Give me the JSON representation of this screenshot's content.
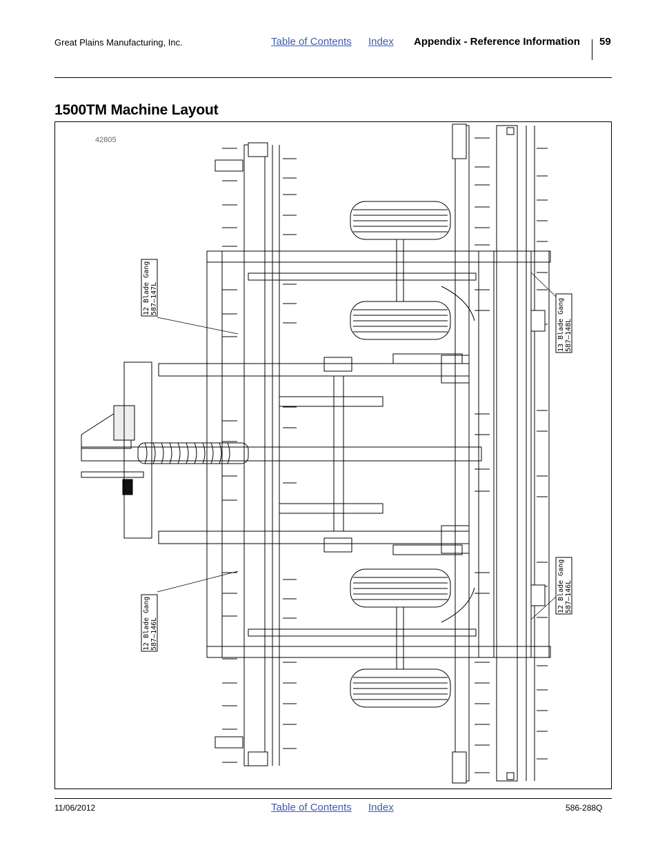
{
  "header": {
    "company": "Great Plains Manufacturing, Inc.",
    "toc_link": "Table of Contents",
    "index_link": "Index",
    "section": "Appendix - Reference Information",
    "page_number": "59"
  },
  "title": "1500TM Machine Layout",
  "figure": {
    "number": "42805",
    "callouts": [
      {
        "line1": "12  Blade  Gang",
        "line2": "587–147L"
      },
      {
        "line1": "13  Blade  Gang",
        "line2": "587–148L"
      },
      {
        "line1": "12  Blade  Gang",
        "line2": "587–146L"
      },
      {
        "line1": "12  Blade  Gang",
        "line2": "587–146L"
      }
    ]
  },
  "footer": {
    "date": "11/06/2012",
    "toc_link": "Table of Contents",
    "index_link": "Index",
    "doc_number": "586-288Q"
  }
}
